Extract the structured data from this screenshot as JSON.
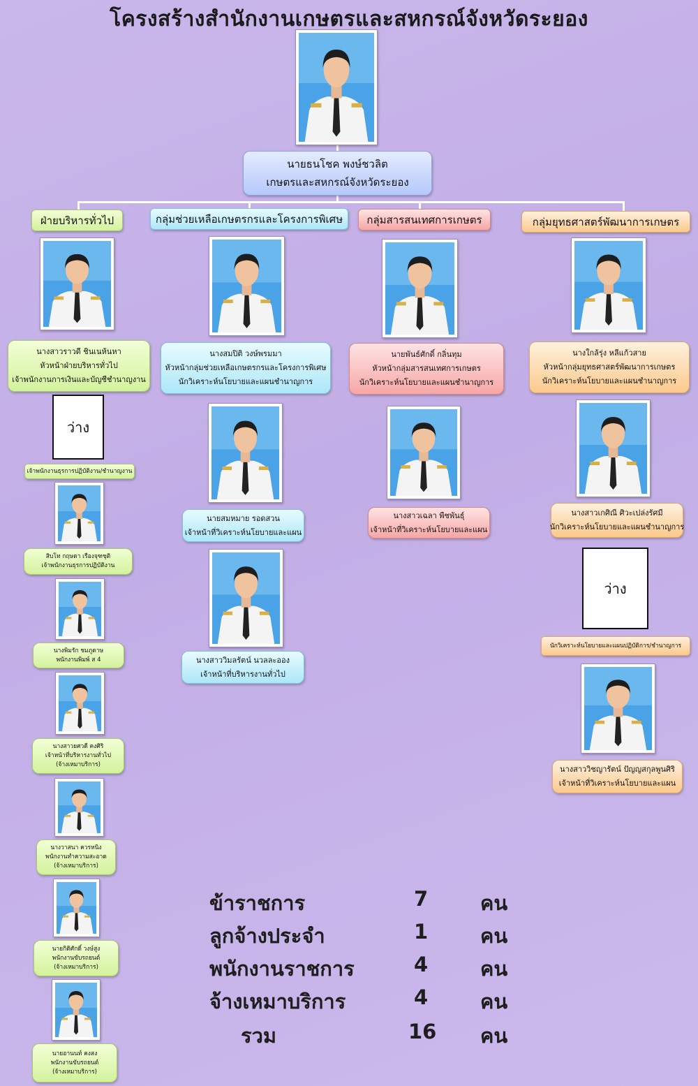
{
  "title": "โครงสร้างสำนักงานเกษตรและสหกรณ์จังหวัดระยอง",
  "head": {
    "name": "นายธนโชค พงษ์ชวลิต",
    "position": "เกษตรและสหกรณ์จังหวัดระยอง"
  },
  "groups": {
    "admin": {
      "header": "ฝ่ายบริหารทั่วไป",
      "chief": {
        "name": "นางสาวราวดี ชินเนห้นหา",
        "position": "หัวหน้าฝ่ายบริหารทั่วไป",
        "position2": "เจ้าพนักงานการเงินและบัญชีชำนาญงาน"
      },
      "vacant": "ว่าง",
      "vacant_position": "เจ้าพนักงานธุรการปฏิบัติงาน/ชำนาญงาน",
      "staff": [
        {
          "name": "สิบโท กฤษดา เรืองจุฑชุติ",
          "position": "เจ้าพนักงานธุรการปฏิบัติงาน",
          "note": ""
        },
        {
          "name": "นางพิมรัก ชมภูดาษ",
          "position": "พนักงานพิมพ์ ส 4",
          "note": ""
        },
        {
          "name": "นางสาวยศวดี คงศิริ",
          "position": "เจ้าหน้าที่บริหารงานทั่วไป",
          "note": "(จ้างเหมาบริการ)"
        },
        {
          "name": "นางวาสนา ควรหนิง",
          "position": "พนักงานทำความสะอาด",
          "note": "(จ้างเหมาบริการ)"
        },
        {
          "name": "นายกิติศักดิ์ วงษ์สูง",
          "position": "พนักงานขับรถยนต์",
          "note": "(จ้างเหมาบริการ)"
        },
        {
          "name": "นายอานนท์ คงสง",
          "position": "พนักงานขับรถยนต์",
          "note": "(จ้างเหมาบริการ)"
        }
      ]
    },
    "assist": {
      "header": "กลุ่มช่วยเหลือเกษตรกรและโครงการพิเศษ",
      "chief": {
        "name": "นางสมปิติ วงษ์พรมมา",
        "position": "หัวหน้ากลุ่มช่วยเหลือเกษตรกรและโครงการพิเศษ",
        "position2": "นักวิเคราะห์นโยบายและแผนชำนาญการ"
      },
      "staff": [
        {
          "name": "นายสมหมาย รอดสวน",
          "position": "เจ้าหน้าที่วิเคราะห์นโยบายและแผน"
        },
        {
          "name": "นางสาววิมลรัตน์ นวลละออง",
          "position": "เจ้าหน้าที่บริหารงานทั่วไป"
        }
      ]
    },
    "info": {
      "header": "กลุ่มสารสนเทศการเกษตร",
      "chief": {
        "name": "นายพันธ์ศักดิ์ กลิ่นทุม",
        "position": "หัวหน้ากลุ่มสารสนเทศการเกษตร",
        "position2": "นักวิเคราะห์นโยบายและแผนชำนาญการ"
      },
      "staff": [
        {
          "name": "นางสาวเฉลา พืชพันธุ์",
          "position": "เจ้าหน้าที่วิเคราะห์นโยบายและแผน"
        }
      ]
    },
    "strategy": {
      "header": "กลุ่มยุทธศาสตร์พัฒนาการเกษตร",
      "chief": {
        "name": "นางใกล้รุ่ง หลีแก้วสาย",
        "position": "หัวหน้ากลุ่มยุทธศาสตร์พัฒนาการเกษตร",
        "position2": "นักวิเคราะห์นโยบายและแผนชำนาญการ"
      },
      "staff": [
        {
          "name": "นางสาวเกศิณี ศิวะเปล่งรัศมี",
          "position": "นักวิเคราะห์นโยบายและแผนชำนาญการ"
        }
      ],
      "vacant": "ว่าง",
      "vacant_position": "นักวิเคราะห์นโยบายและแผนปฏิบัติการ/ชำนาญการ",
      "staff2": {
        "name": "นางสาววิชญารัตน์ ปัญญสกุลพูนศิริ",
        "position": "เจ้าหน้าที่วิเคราะห์นโยบายและแผน"
      }
    }
  },
  "summary": [
    {
      "label": "ข้าราชการ",
      "count": "7",
      "unit": "คน"
    },
    {
      "label": "ลูกจ้างประจำ",
      "count": "1",
      "unit": "คน"
    },
    {
      "label": "พนักงานราชการ",
      "count": "4",
      "unit": "คน"
    },
    {
      "label": "จ้างเหมาบริการ",
      "count": "4",
      "unit": "คน"
    },
    {
      "label": "รวม",
      "count": "16",
      "unit": "คน"
    }
  ],
  "colors": {
    "background": "#c6b3e8",
    "admin": "#d3f29c",
    "assist": "#ade7f8",
    "info": "#f7a7a7",
    "strategy": "#fbc98c",
    "head": "#b6c8fb"
  }
}
